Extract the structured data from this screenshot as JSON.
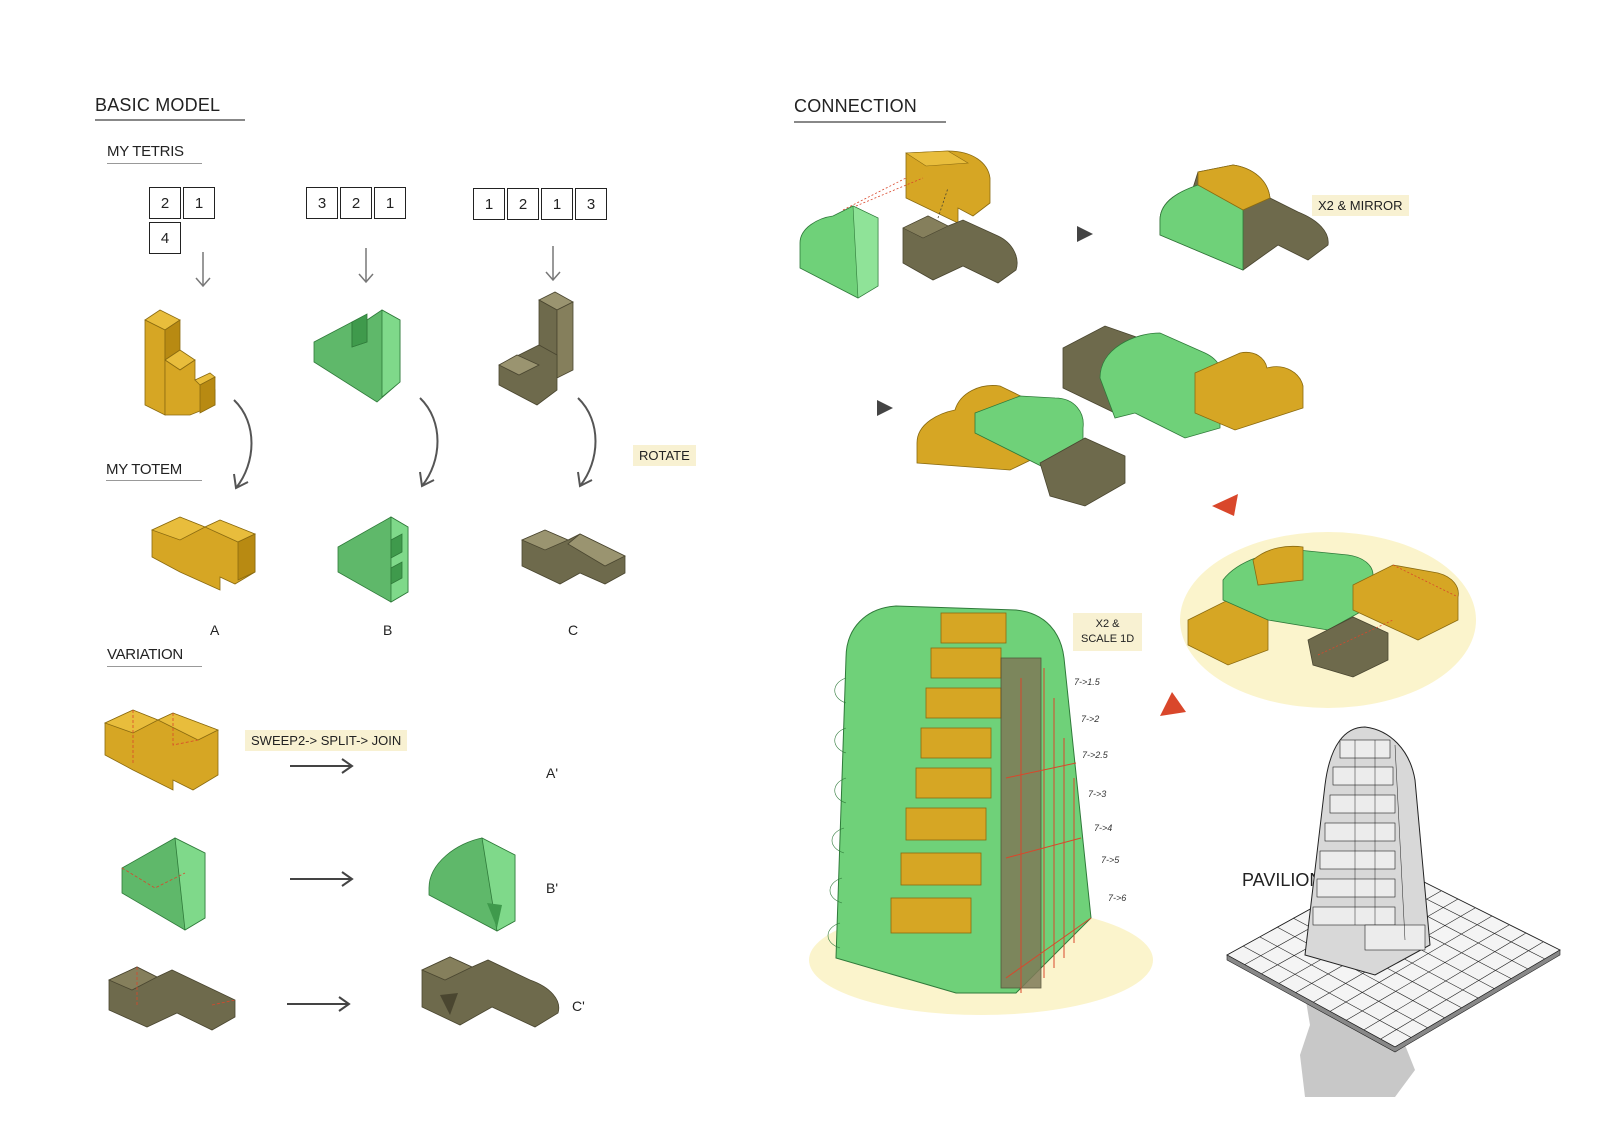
{
  "headings": {
    "basic_model": "BASIC MODEL",
    "my_tetris": "MY TETRIS",
    "my_totem": "MY TOTEM",
    "variation": "VARIATION",
    "connection": "CONNECTION",
    "pavilion": "PAVILION"
  },
  "tetris": {
    "a": [
      "2",
      "1",
      "4"
    ],
    "b": [
      "3",
      "2",
      "1"
    ],
    "c": [
      "1",
      "2",
      "1",
      "3"
    ]
  },
  "labels": {
    "a": "A",
    "b": "B",
    "c": "C",
    "a_prime": "A'",
    "b_prime": "B'",
    "c_prime": "C'"
  },
  "tags": {
    "rotate": "ROTATE",
    "sweep": "SWEEP2-> SPLIT-> JOIN",
    "mirror": "X2 & MIRROR",
    "scale_line1": "X2 &",
    "scale_line2": "SCALE 1D"
  },
  "scale_steps": [
    "7->1.5",
    "7->2",
    "7->2.5",
    "7->3",
    "7->4",
    "7->5",
    "7->6"
  ],
  "colors": {
    "yellow": "#d6a624",
    "green": "#6fd179",
    "olive": "#7f7a58",
    "accent_red": "#d9472b",
    "highlight": "#fbf4cc"
  }
}
